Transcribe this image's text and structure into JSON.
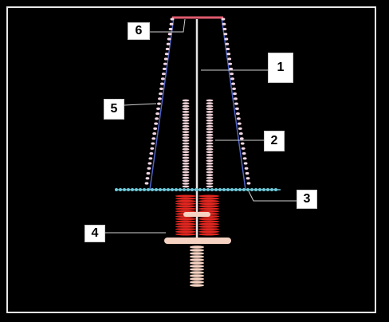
{
  "figure": {
    "background_color": "#000000",
    "frame_color": "#e8e8e8",
    "colors": {
      "cone_dots": "#f1d6e4",
      "cone_outline": "#4f63c7",
      "rod": "#e6e6e6",
      "cap": "#e05a6e",
      "plate": "#6ec9d8",
      "coil": "#f0d2d8",
      "base_red": "#e0261f",
      "base_light": "#f6d2c2",
      "leader": "#d0d0d0"
    },
    "labels": [
      {
        "id": "1",
        "text": "1"
      },
      {
        "id": "2",
        "text": "2"
      },
      {
        "id": "3",
        "text": "3"
      },
      {
        "id": "4",
        "text": "4"
      },
      {
        "id": "5",
        "text": "5"
      },
      {
        "id": "6",
        "text": "6"
      }
    ]
  }
}
